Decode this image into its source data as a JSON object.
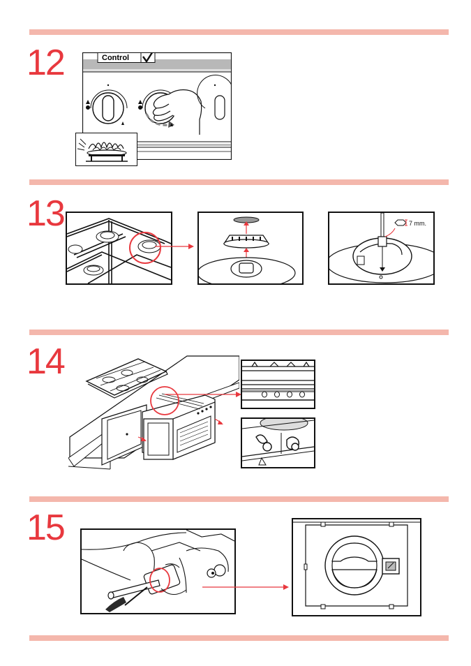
{
  "steps": [
    {
      "number": "12"
    },
    {
      "number": "13"
    },
    {
      "number": "14"
    },
    {
      "number": "15"
    }
  ],
  "step12": {
    "control_label": "Control"
  },
  "step13": {
    "nut_size_label": "7 mm."
  },
  "colors": {
    "accent_red": "#e8383e",
    "divider_pink": "#f4b7ac",
    "line": "#111111"
  }
}
